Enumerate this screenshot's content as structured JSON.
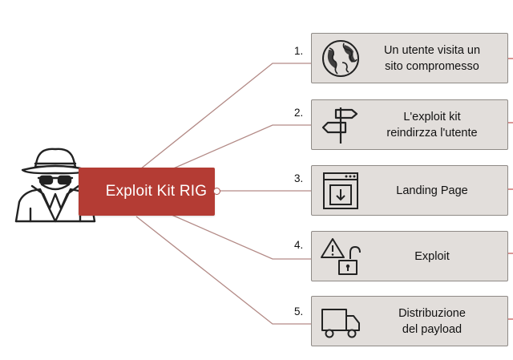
{
  "hub": {
    "label": "Exploit Kit RIG"
  },
  "steps": [
    {
      "number": "1.",
      "text": "Un utente visita un\nsito compromesso",
      "icon": "globe-icon"
    },
    {
      "number": "2.",
      "text": "L'exploit kit\nreindirzza l'utente",
      "icon": "signpost-icon"
    },
    {
      "number": "3.",
      "text": "Landing Page",
      "icon": "landing-page-window-icon"
    },
    {
      "number": "4.",
      "text": "Exploit",
      "icon": "warning-unlocked-padlock-icon"
    },
    {
      "number": "5.",
      "text": "Distribuzione\ndel payload",
      "icon": "delivery-truck-icon"
    }
  ],
  "colors": {
    "hub_fill": "#b43c34",
    "step_fill": "#e2dedb",
    "step_border": "#8f8a86",
    "connector": "#b38a86",
    "edge_tick": "#c0504d"
  },
  "spy_icon": "spy-hat-glasses-icon"
}
